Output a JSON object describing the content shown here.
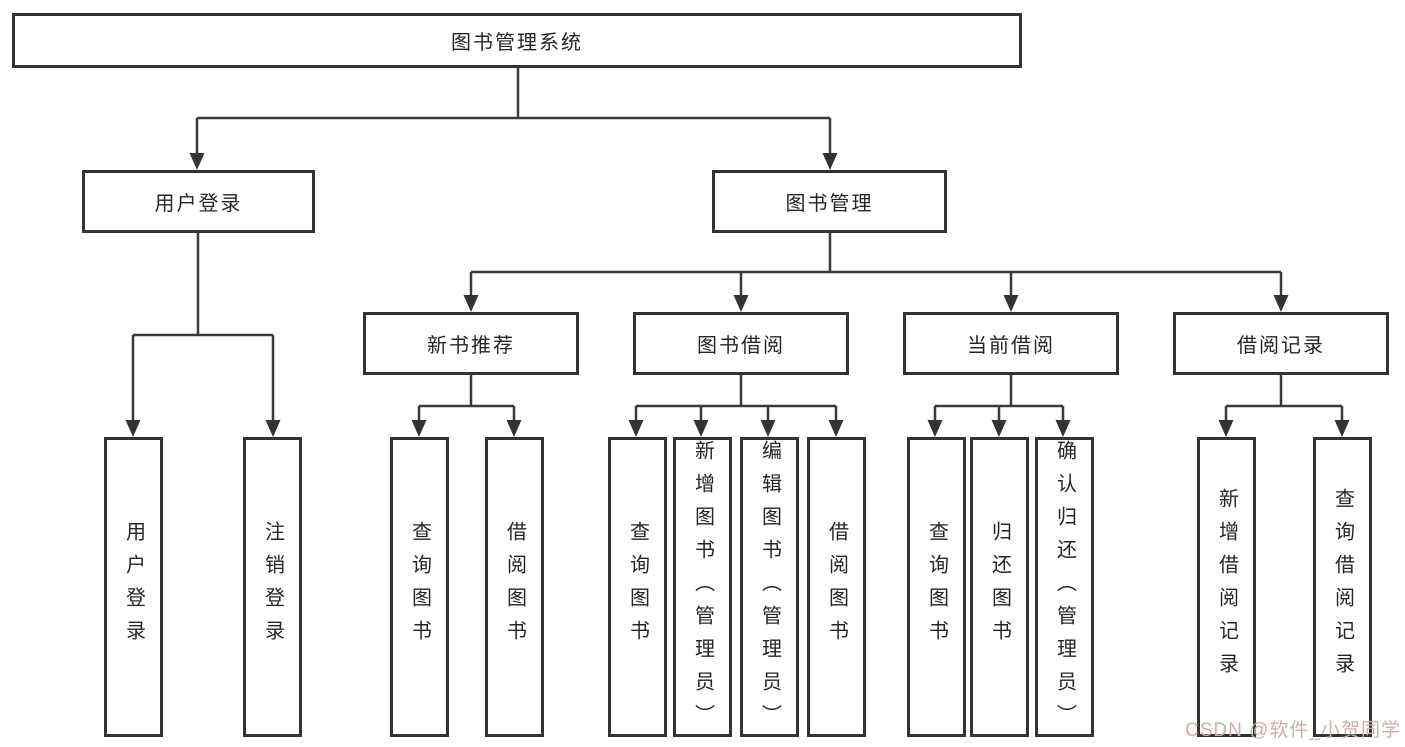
{
  "tree": {
    "label": "图书管理系统",
    "children": [
      {
        "label": "用户登录",
        "children": [
          {
            "label": "用户登录"
          },
          {
            "label": "注销登录"
          }
        ]
      },
      {
        "label": "图书管理",
        "children": [
          {
            "label": "新书推荐",
            "children": [
              {
                "label": "查询图书"
              },
              {
                "label": "借阅图书"
              }
            ]
          },
          {
            "label": "图书借阅",
            "children": [
              {
                "label": "查询图书"
              },
              {
                "label": "新增图书（管理员）"
              },
              {
                "label": "编辑图书（管理员）"
              },
              {
                "label": "借阅图书"
              }
            ]
          },
          {
            "label": "当前借阅",
            "children": [
              {
                "label": "查询图书"
              },
              {
                "label": "归还图书"
              },
              {
                "label": "确认归还（管理员）"
              }
            ]
          },
          {
            "label": "借阅记录",
            "children": [
              {
                "label": "新增借阅记录"
              },
              {
                "label": "查询借阅记录"
              }
            ]
          }
        ]
      }
    ]
  },
  "watermark": {
    "text": "CSDN @软件_小贺同学",
    "color": "#cfadaa"
  },
  "colors": {
    "line": "#3a3a3a",
    "box_border": "#333333",
    "text": "#262626",
    "background": "#ffffff"
  }
}
